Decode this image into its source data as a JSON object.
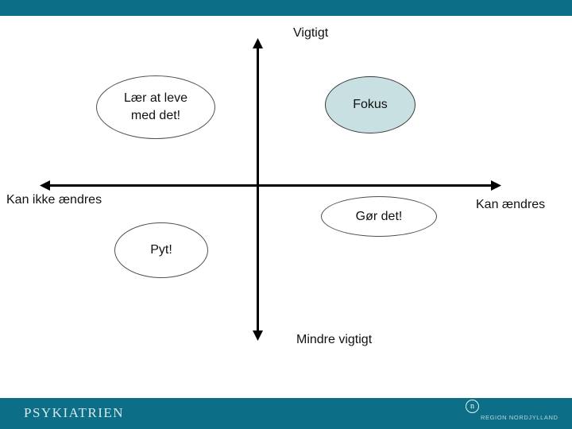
{
  "slide": {
    "background_color": "#ffffff",
    "bar_color": "#0d6e88"
  },
  "diagram": {
    "type": "quadrant-matrix",
    "axis": {
      "top_label": "Vigtigt",
      "bottom_label": "Mindre vigtigt",
      "left_label": "Kan ikke ændres",
      "right_label": "Kan ændres"
    },
    "ellipses": [
      {
        "id": "laer",
        "quadrant": "top-left",
        "line1": "Lær at leve",
        "line2": "med det!",
        "fill": "#ffffff"
      },
      {
        "id": "fokus",
        "quadrant": "top-right",
        "line1": "Fokus",
        "fill": "#c9e0e3"
      },
      {
        "id": "goer",
        "quadrant": "bottom-right",
        "line1": "Gør det!",
        "fill": "#ffffff"
      },
      {
        "id": "pyt",
        "quadrant": "bottom-left",
        "line1": "Pyt!",
        "fill": "#ffffff"
      }
    ]
  },
  "footer": {
    "brand": "PSYKIATRIEN",
    "logo_letter": "n",
    "logo_text": "REGION NORDJYLLAND"
  }
}
